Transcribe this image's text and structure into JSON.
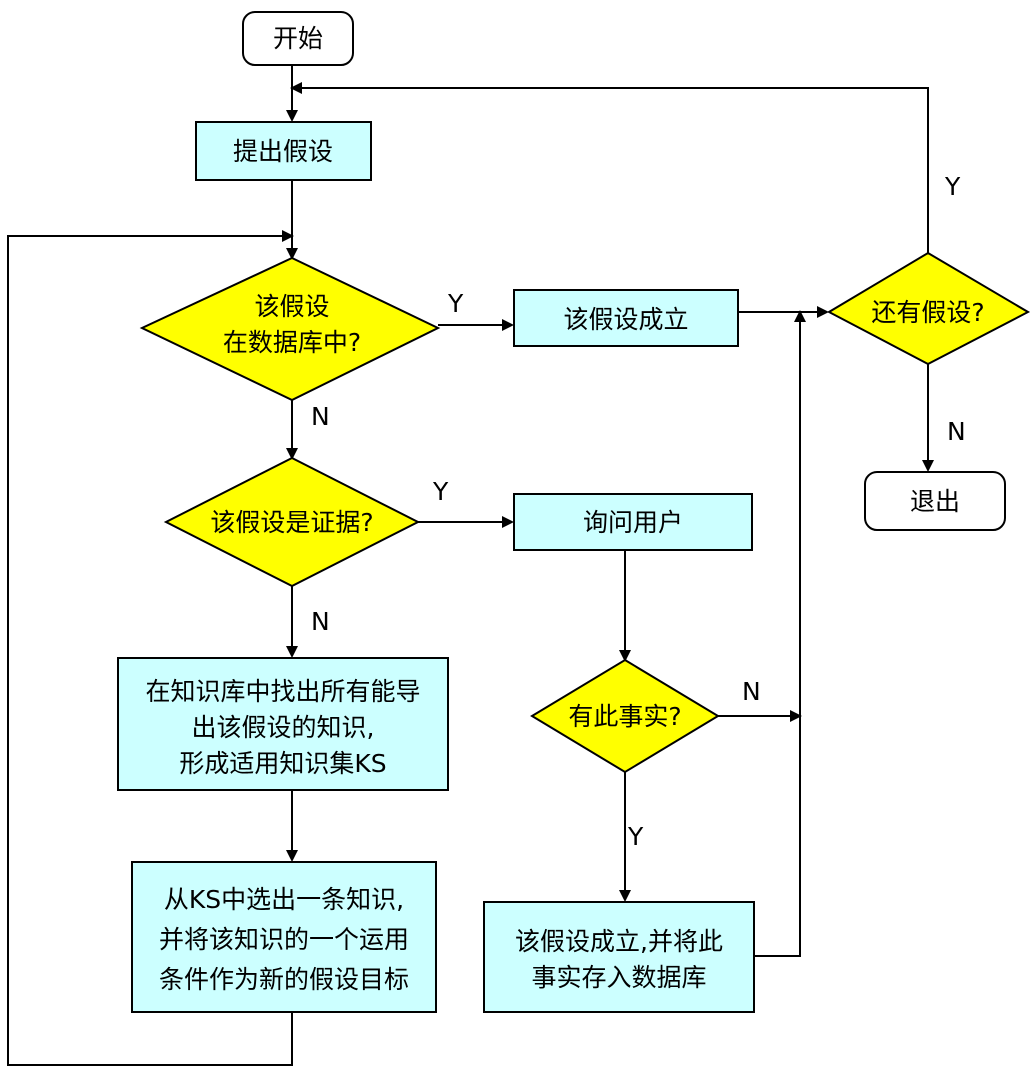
{
  "colors": {
    "process_fill": "#ccffff",
    "decision_fill": "#ffff00",
    "terminal_fill": "#ffffff",
    "stroke": "#000000"
  },
  "nodes": {
    "start": {
      "lines": [
        "开始"
      ]
    },
    "propose": {
      "lines": [
        "提出假设"
      ]
    },
    "in_db": {
      "lines": [
        "该假设",
        "在数据库中?"
      ]
    },
    "holds": {
      "lines": [
        "该假设成立"
      ]
    },
    "more": {
      "lines": [
        "还有假设?"
      ]
    },
    "exit": {
      "lines": [
        "退出"
      ]
    },
    "is_evidence": {
      "lines": [
        "该假设是证据?"
      ]
    },
    "ask_user": {
      "lines": [
        "询问用户"
      ]
    },
    "find_knowledge": {
      "lines": [
        "在知识库中找出所有能导",
        "出该假设的知识,",
        "形成适用知识集KS"
      ]
    },
    "has_fact": {
      "lines": [
        "有此事实?"
      ]
    },
    "select": {
      "lines": [
        "从KS中选出一条知识,",
        "并将该知识的一个运用",
        "条件作为新的假设目标"
      ]
    },
    "holds_store": {
      "lines": [
        "该假设成立,并将此",
        "事实存入数据库"
      ]
    }
  },
  "edge_labels": {
    "in_db_yes": "Y",
    "in_db_no": "N",
    "evidence_yes": "Y",
    "evidence_no": "N",
    "fact_no": "N",
    "fact_yes": "Y",
    "more_yes": "Y",
    "more_no": "N"
  }
}
